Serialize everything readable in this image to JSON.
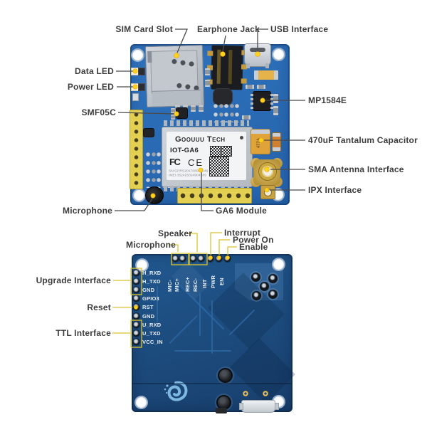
{
  "colors": {
    "page_background": "#ffffff",
    "top_board_blue": "#2a6cb4",
    "bottom_board_blue": "#1d5187",
    "callout_line_dark": "#4a4a4a",
    "callout_line_yellow": "#dcc22e",
    "callout_dot_yellow": "#ffd21e",
    "header_yellow": "#e3cf52",
    "label_text": "#3c3c3c",
    "silkscreen_white": "#e9eef4"
  },
  "top_board": {
    "callouts": {
      "sim_card_slot": "SIM Card Slot",
      "earphone_jack": "Earphone Jack",
      "usb_interface": "USB Interface",
      "data_led": "Data LED",
      "power_led": "Power LED",
      "smf05c": "SMF05C",
      "mp1584e": "MP1584E",
      "tantalum_capacitor": "470uF Tantalum Capacitor",
      "sma_antenna": "SMA Antenna Interface",
      "ipx_interface": "IPX Interface",
      "microphone": "Microphone",
      "ga6_module": "GA6 Module"
    },
    "module": {
      "brand": "Goouuu Tech",
      "model": "IOT-GA6",
      "fcc_mark": "FC",
      "ce_mark": "CE",
      "sn_line": "SN:GPRS201708062049",
      "imei_line": "IMEI:352425024904289"
    },
    "capacitor_marking": "477A"
  },
  "bottom_board": {
    "callouts": {
      "speaker": "Speaker",
      "microphone": "Microphone",
      "interrupt": "Interrupt",
      "power_on": "Power On",
      "enable": "Enable",
      "upgrade_interface": "Upgrade Interface",
      "reset": "Reset",
      "ttl_interface": "TTL Interface"
    },
    "left_pins": [
      "H_RXD",
      "H_TXD",
      "GND",
      "GPIO3",
      "RST",
      "GND",
      "U_RXD",
      "U_TXD",
      "VCC_IN"
    ],
    "top_pins": [
      "MIC-",
      "MIC+",
      "REC+",
      "REC-",
      "INT",
      "PWR",
      "EN"
    ]
  }
}
